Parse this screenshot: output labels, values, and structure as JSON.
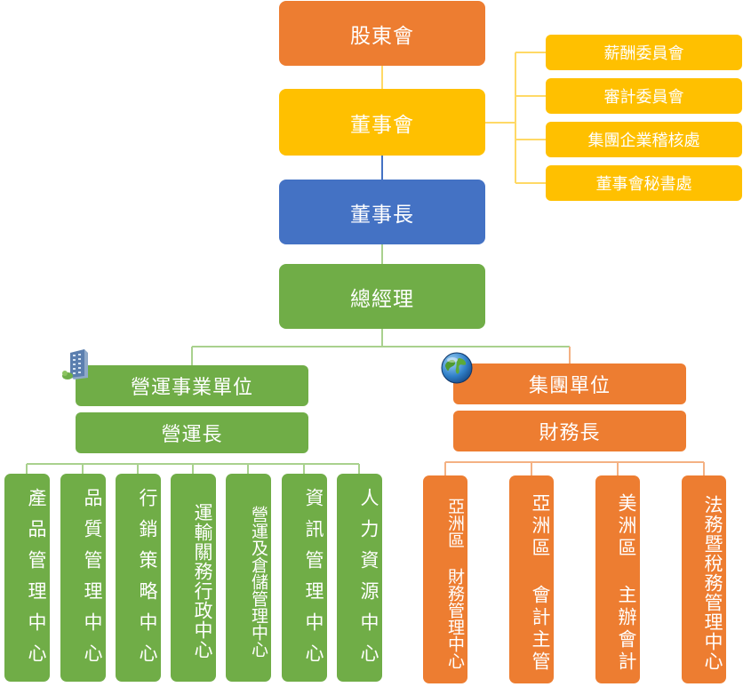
{
  "top": {
    "shareholders": "股東會",
    "board": "董事會",
    "chairman": "董事長",
    "general_manager": "總經理"
  },
  "committees": [
    "薪酬委員會",
    "審計委員會",
    "集團企業稽核處",
    "董事會秘書處"
  ],
  "operations": {
    "unit": "營運事業單位",
    "head": "營運長",
    "centers": [
      "產品管理中心",
      "品質管理中心",
      "行銷策略中心",
      "運輸關務行政中心",
      "營運及倉儲管理中心",
      "資訊管理中心",
      "人力資源中心"
    ]
  },
  "group": {
    "unit": "集團單位",
    "head": "財務長",
    "centers": [
      "亞洲區 財務管理中心",
      "亞洲區 會計主管",
      "美洲區 主辦會計",
      "法務暨稅務管理中心"
    ]
  },
  "icons": {
    "operations": "building-icon",
    "group": "globe-icon"
  },
  "colors": {
    "orange": "#ED7D31",
    "gold": "#FFC000",
    "blue": "#4472C4",
    "green": "#70AD47",
    "gold_line": "#FFD966",
    "green_line": "#A9D18E",
    "orange_line": "#F4B183"
  }
}
